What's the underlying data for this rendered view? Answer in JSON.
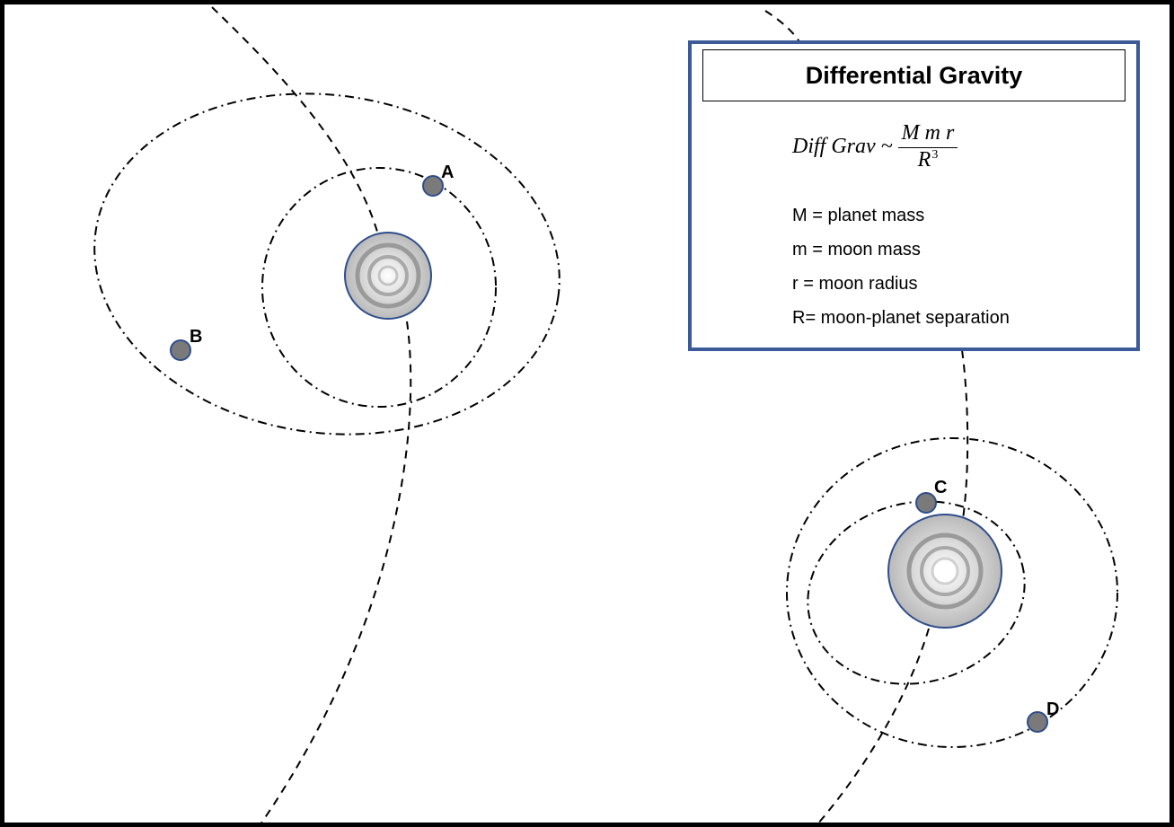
{
  "info_box": {
    "title": "Differential Gravity",
    "formula": {
      "lhs": "Diff Grav ~",
      "numerator": "M m r",
      "denominator": "R",
      "exponent": "3"
    },
    "definitions": [
      "M = planet mass",
      "m = moon mass",
      "r = moon radius",
      "R= moon-planet separation"
    ]
  },
  "moons": {
    "a": {
      "label": "A"
    },
    "b": {
      "label": "B"
    },
    "c": {
      "label": "C"
    },
    "d": {
      "label": "D"
    }
  },
  "colors": {
    "box_border": "#3b5a97",
    "moon_fill": "#7a7a7a",
    "moon_outline": "#2f4d8c",
    "planet_outline": "#2f4d8c"
  }
}
